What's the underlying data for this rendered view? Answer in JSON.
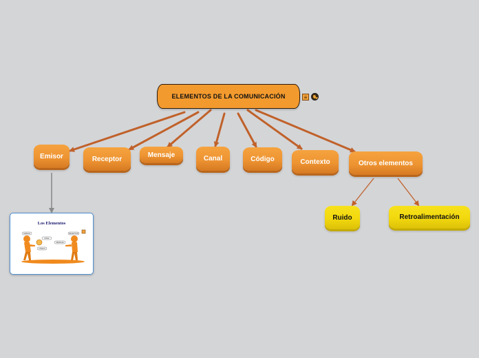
{
  "root": {
    "label": "ELEMENTOS DE LA COMUNICACIÓN",
    "icons": [
      "note-icon",
      "globe-icon"
    ]
  },
  "topics": [
    {
      "label": "Emisor"
    },
    {
      "label": "Receptor"
    },
    {
      "label": "Mensaje"
    },
    {
      "label": "Canal"
    },
    {
      "label": "Código"
    },
    {
      "label": "Contexto"
    },
    {
      "label": "Otros elementos"
    }
  ],
  "subtopics": [
    {
      "label": "Ruido"
    },
    {
      "label": "Retroalimentación"
    }
  ],
  "image_card": {
    "title": "Los Elementos",
    "bubbles": [
      "EMISOR",
      "CANAL",
      "MENSAJE",
      "CÓDIGO",
      "RECEPTOR"
    ]
  },
  "colors": {
    "background": "#d4d5d7",
    "root_fill": "#f39a2e",
    "topic_fill": "#ee9432",
    "subtopic_fill": "#f2d80e",
    "connector": "#c0612a",
    "image_connector": "#8a8a8a",
    "card_border": "#4f8fd1"
  }
}
